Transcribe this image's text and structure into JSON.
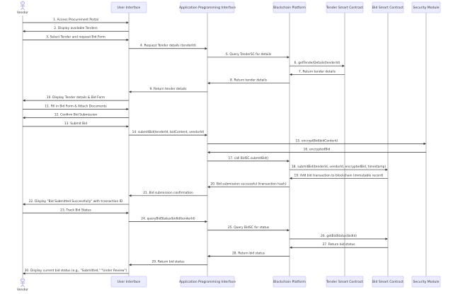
{
  "participants": [
    {
      "id": "vendor",
      "label": "Vendor",
      "kind": "actor"
    },
    {
      "id": "ui",
      "label": "User Interface",
      "kind": "box"
    },
    {
      "id": "api",
      "label": "Application Programming Interface",
      "kind": "box"
    },
    {
      "id": "bc",
      "label": "Blockchain Platform",
      "kind": "box"
    },
    {
      "id": "tsc",
      "label": "Tender Smart Contract",
      "kind": "box"
    },
    {
      "id": "bsc",
      "label": "Bid Smart Contract",
      "kind": "box"
    },
    {
      "id": "sec",
      "label": "Security Module",
      "kind": "box"
    }
  ],
  "messages": [
    {
      "from": "vendor",
      "to": "ui",
      "text": "1. Access Procurement Portal",
      "style": "solid"
    },
    {
      "from": "ui",
      "to": "vendor",
      "text": "2. Display available Tenders",
      "style": "solid"
    },
    {
      "from": "vendor",
      "to": "ui",
      "text": "3. Select Tender and request Bid Form",
      "style": "solid"
    },
    {
      "from": "ui",
      "to": "api",
      "text": "4. Request Tender details (tenderId)",
      "style": "solid"
    },
    {
      "from": "api",
      "to": "bc",
      "text": "5. Query TenderSC for details",
      "style": "solid"
    },
    {
      "from": "bc",
      "to": "tsc",
      "text": "6. getTenderDetails(tenderId)",
      "style": "solid"
    },
    {
      "from": "tsc",
      "to": "bc",
      "text": "7. Return tender details",
      "style": "solid"
    },
    {
      "from": "bc",
      "to": "api",
      "text": "8. Return tender details",
      "style": "solid"
    },
    {
      "from": "api",
      "to": "ui",
      "text": "9. Return tender details",
      "style": "solid"
    },
    {
      "from": "ui",
      "to": "vendor",
      "text": "10. Display Tender details & Bid Form",
      "style": "solid"
    },
    {
      "from": "vendor",
      "to": "ui",
      "text": "11. Fill in Bid Form & Attach Documents",
      "style": "solid"
    },
    {
      "from": "ui",
      "to": "vendor",
      "text": "12. Confirm Bid Submission",
      "style": "solid"
    },
    {
      "from": "vendor",
      "to": "ui",
      "text": "13. Submit Bid",
      "style": "solid"
    },
    {
      "from": "ui",
      "to": "api",
      "text": "14. submitBid(tenderId, bidContent, vendorId)",
      "style": "solid"
    },
    {
      "from": "api",
      "to": "sec",
      "text": "15. encryptBid(bidContent)",
      "style": "solid"
    },
    {
      "from": "sec",
      "to": "api",
      "text": "16. encryptedBid",
      "style": "solid"
    },
    {
      "from": "api",
      "to": "bc",
      "text": "17. call BidSC.submitBid()",
      "style": "solid"
    },
    {
      "from": "bc",
      "to": "bsc",
      "text": "18. submitBid(tenderId, vendorId, encryptedBid, timestamp)",
      "style": "solid"
    },
    {
      "from": "bsc",
      "to": "bc",
      "text": "19. Add bid transaction to blockchain (immutable record)",
      "style": "solid"
    },
    {
      "from": "bc",
      "to": "api",
      "text": "20. Bid submission successful (transaction hash)",
      "style": "solid"
    },
    {
      "from": "api",
      "to": "ui",
      "text": "21. Bid submission confirmation",
      "style": "solid"
    },
    {
      "from": "ui",
      "to": "vendor",
      "text": "22. Display \"Bid Submitted Successfully\" with transaction ID",
      "style": "solid"
    },
    {
      "from": "vendor",
      "to": "ui",
      "text": "23. Track Bid Status",
      "style": "solid"
    },
    {
      "from": "ui",
      "to": "api",
      "text": "24. queryBidStatus(bidId/tenderId)",
      "style": "solid"
    },
    {
      "from": "api",
      "to": "bc",
      "text": "25. Query BidSC for status",
      "style": "solid"
    },
    {
      "from": "bc",
      "to": "bsc",
      "text": "26. getBidStatus(bidId)",
      "style": "solid"
    },
    {
      "from": "bsc",
      "to": "bc",
      "text": "27. Return bid status",
      "style": "solid"
    },
    {
      "from": "bc",
      "to": "api",
      "text": "28. Return bid status",
      "style": "solid"
    },
    {
      "from": "api",
      "to": "ui",
      "text": "29. Return bid status",
      "style": "solid"
    },
    {
      "from": "ui",
      "to": "vendor",
      "text": "30. Display current bid status (e.g., \"Submitted,\" \"Under Review\")",
      "style": "solid"
    }
  ]
}
